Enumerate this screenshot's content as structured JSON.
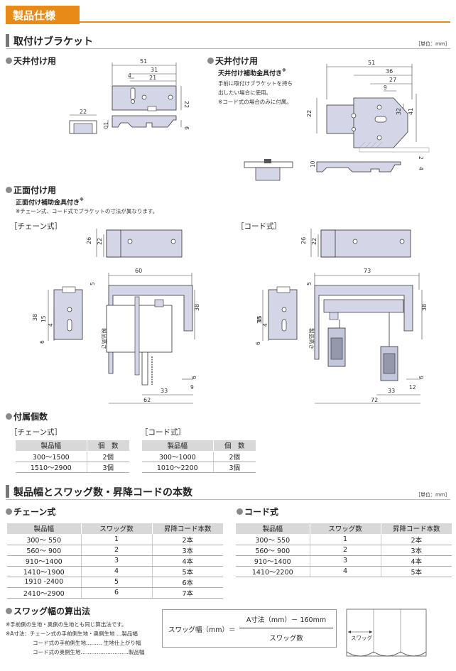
{
  "title": "製品仕様",
  "sections": {
    "bracket": {
      "heading": "取付けブラケット",
      "unit": "［単位：mm］"
    },
    "swag": {
      "heading": "製品幅とスワッグ数・昇降コードの本数",
      "unit": "［単位：mm］"
    }
  },
  "ceiling1": {
    "label": "天井付け用",
    "dims": [
      "51",
      "31",
      "4",
      "21",
      "22",
      "22",
      "10",
      "6"
    ]
  },
  "ceiling2": {
    "label": "天井付け用",
    "sub": "天井付け補助金具付き",
    "mark": "※",
    "notes": [
      "手前に取付けブラケットを持ち",
      "出したい場合に使用。",
      "※コード式の場合のみに付属。"
    ],
    "dims": [
      "51",
      "36",
      "27",
      "9",
      "22",
      "32",
      "41",
      "2",
      "10",
      "4"
    ]
  },
  "front": {
    "label": "正面付け用",
    "sub": "正面付け補助金具付き",
    "mark": "※",
    "note": "※チェーン式、コード式でブラケットの寸法が異なります。",
    "chain_label": "［チェーン式］",
    "cord_label": "［コード式］",
    "chain_dims": [
      "26",
      "22",
      "60",
      "5",
      "38",
      "38",
      "15",
      "4",
      "6",
      "6",
      "9",
      "33",
      "62"
    ],
    "cord_dims": [
      "26",
      "22",
      "73",
      "5",
      "38",
      "38",
      "15",
      "4",
      "6",
      "6",
      "12",
      "33",
      "72"
    ],
    "vertical_label": "製品高さ"
  },
  "accessories": {
    "label": "付属個数",
    "chain": {
      "title": "［チェーン式］",
      "headers": [
        "製品幅",
        "個　数"
      ],
      "rows": [
        [
          "300～1500",
          "2個"
        ],
        [
          "1510～2900",
          "3個"
        ]
      ]
    },
    "cord": {
      "title": "［コード式］",
      "headers": [
        "製品幅",
        "個　数"
      ],
      "rows": [
        [
          "300～1000",
          "2個"
        ],
        [
          "1010～2200",
          "3個"
        ]
      ]
    }
  },
  "swag_chain": {
    "label": "チェーン式",
    "headers": [
      "製品幅",
      "スワッグ数",
      "昇降コード本数"
    ],
    "rows": [
      [
        "300～  550",
        "1",
        "2本"
      ],
      [
        "560～  900",
        "2",
        "3本"
      ],
      [
        "910～1400",
        "3",
        "4本"
      ],
      [
        "1410～1900",
        "4",
        "5本"
      ],
      [
        "1910 -2400",
        "5",
        "6本"
      ],
      [
        "2410～2900",
        "6",
        "7本"
      ]
    ]
  },
  "swag_cord": {
    "label": "コード式",
    "headers": [
      "製品幅",
      "スワッグ数",
      "昇降コード本数"
    ],
    "rows": [
      [
        "300～  550",
        "1",
        "2本"
      ],
      [
        "560～  900",
        "2",
        "3本"
      ],
      [
        "910～1400",
        "3",
        "4本"
      ],
      [
        "1410～2200",
        "4",
        "5本"
      ]
    ]
  },
  "formula": {
    "label": "スワッグ幅の算出法",
    "notes": [
      "※手前側の生地・奥側の生地とも同じ算出法です。",
      "※A寸法：チェーン式の手前側生地・奥側生地 …製品幅",
      "コード式の手前側生地……… 生地仕上がり幅",
      "コード式の奥側生地………………………製品幅"
    ],
    "lhs": "スワッグ幅（mm）＝",
    "numerator": "A寸法（mm）－ 160mm",
    "denominator": "スワッグ数",
    "diagram_label": "スワッグ"
  }
}
